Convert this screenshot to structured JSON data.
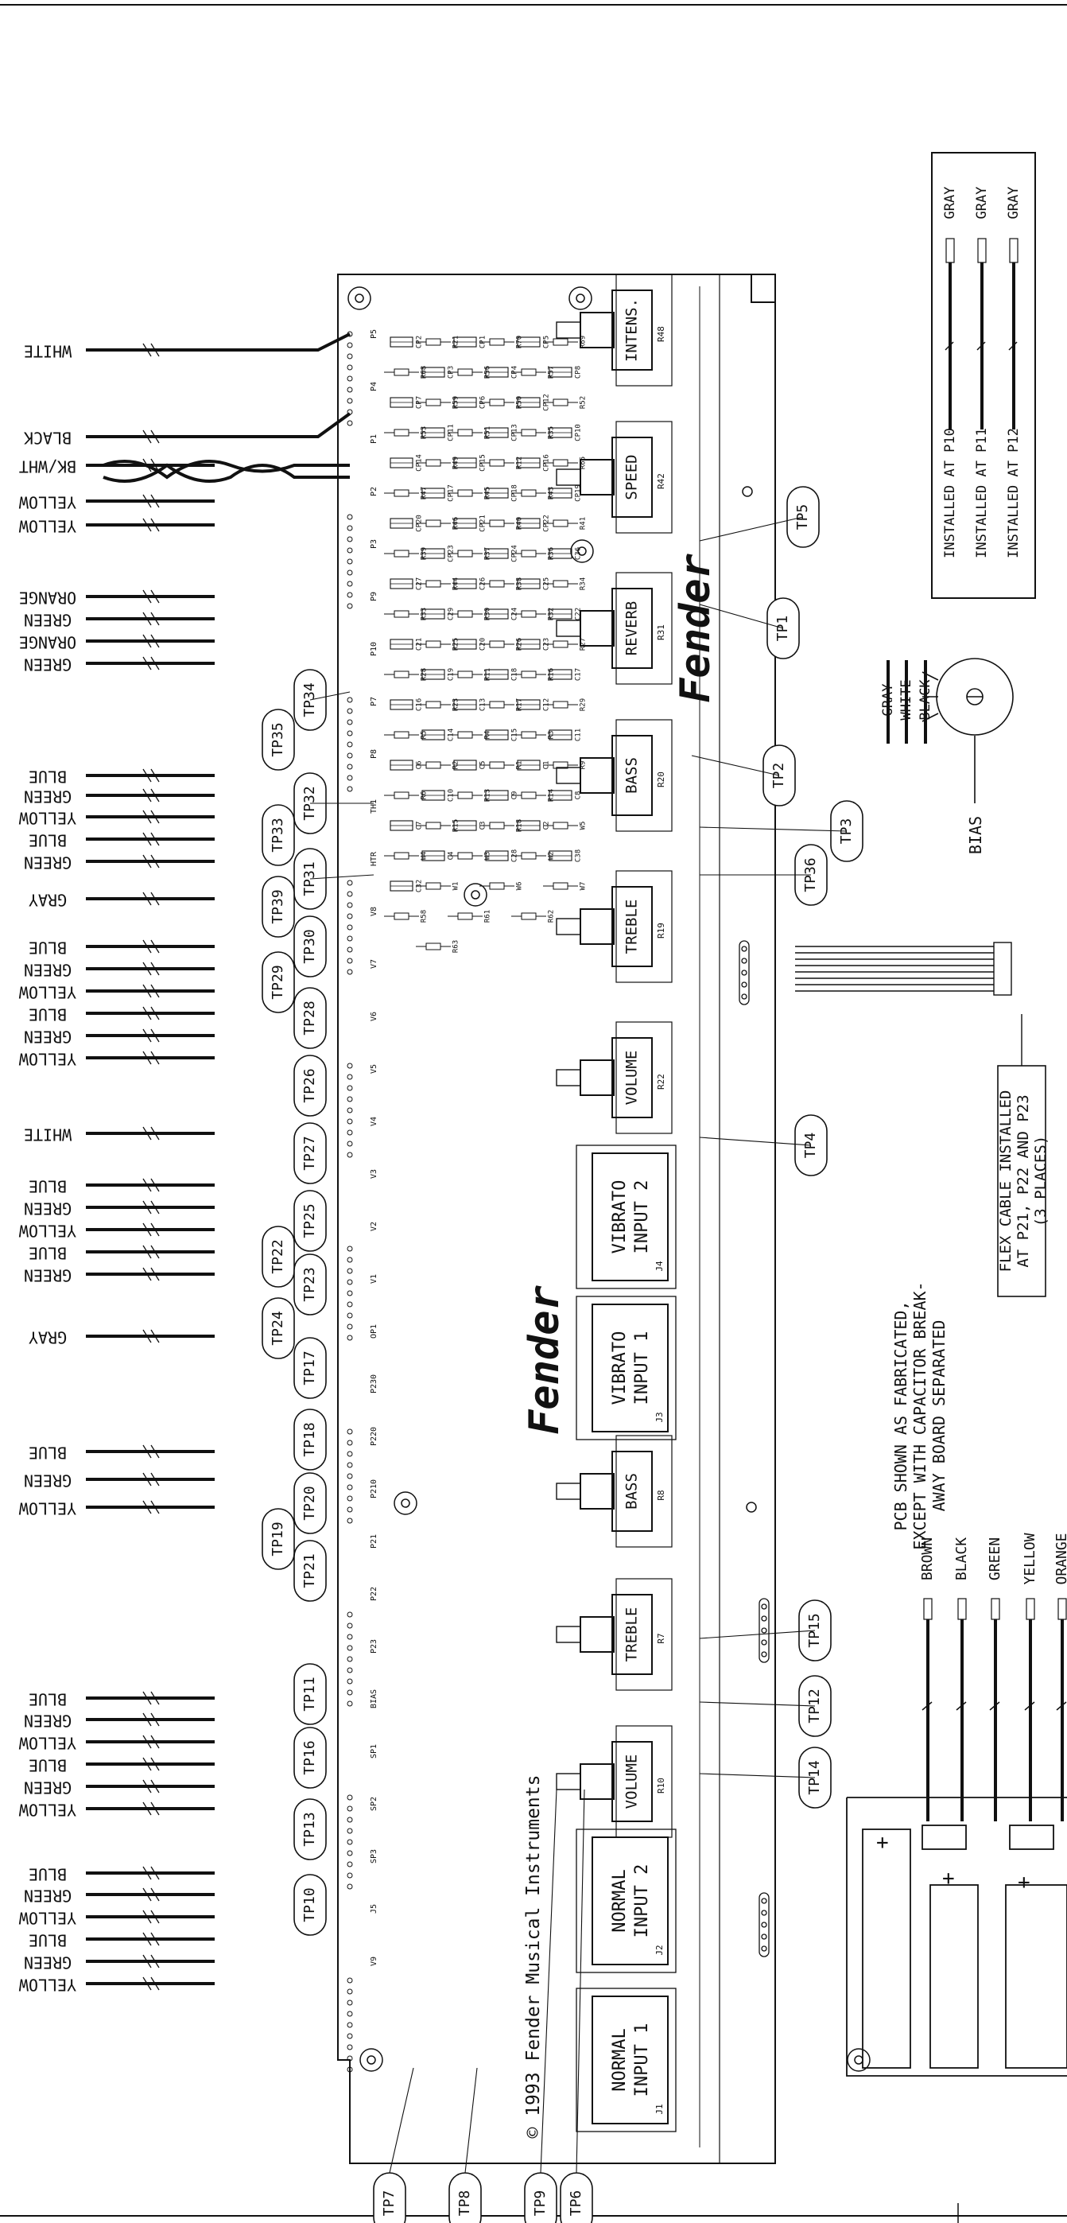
{
  "diagram": {
    "copyright": "© 1993 Fender Musical Instruments",
    "logo_text": "Fender",
    "pcb_note": "PCB SHOWN AS FABRICATED, EXCEPT WITH CAPACITOR BREAK- AWAY BOARD SEPARATED",
    "flex_note": "FLEX CABLE INSTALLED AT P21, P22 AND P23 (3 PLACES)",
    "bias_label": "BIAS"
  },
  "installed": {
    "rows": [
      {
        "label": "INSTALLED AT P10",
        "color": "GRAY"
      },
      {
        "label": "INSTALLED AT P11",
        "color": "GRAY"
      },
      {
        "label": "INSTALLED AT P12",
        "color": "GRAY"
      }
    ]
  },
  "bias_wires": [
    "GRAY",
    "WHITE",
    "BLACK"
  ],
  "controls": [
    {
      "id": "intens",
      "label": "INTENS.",
      "ref": "R48"
    },
    {
      "id": "speed",
      "label": "SPEED",
      "ref": "R42"
    },
    {
      "id": "reverb",
      "label": "REVERB",
      "ref": "R31"
    },
    {
      "id": "bass-vib",
      "label": "BASS",
      "ref": "R20"
    },
    {
      "id": "treble-vib",
      "label": "TREBLE",
      "ref": "R19"
    },
    {
      "id": "volume-vib",
      "label": "VOLUME",
      "ref": "R22"
    },
    {
      "id": "bass-norm",
      "label": "BASS",
      "ref": "R8"
    },
    {
      "id": "treble-norm",
      "label": "TREBLE",
      "ref": "R7"
    },
    {
      "id": "volume-norm",
      "label": "VOLUME",
      "ref": "R10"
    }
  ],
  "inputs": [
    {
      "id": "vib2",
      "line1": "VIBRATO",
      "line2": "INPUT 2",
      "ref": "J4"
    },
    {
      "id": "vib1",
      "line1": "VIBRATO",
      "line2": "INPUT 1",
      "ref": "J3"
    },
    {
      "id": "norm2",
      "line1": "NORMAL",
      "line2": "INPUT 2",
      "ref": "J2"
    },
    {
      "id": "norm1",
      "line1": "NORMAL",
      "line2": "INPUT 1",
      "ref": "J1"
    }
  ],
  "test_points": [
    "TP35",
    "TP34",
    "TP32",
    "TP33",
    "TP31",
    "TP39",
    "TP30",
    "TP29",
    "TP28",
    "TP26",
    "TP27",
    "TP25",
    "TP22",
    "TP23",
    "TP24",
    "TP17",
    "TP18",
    "TP20",
    "TP19",
    "TP21",
    "TP11",
    "TP16",
    "TP13",
    "TP10",
    "TP7",
    "TP8",
    "TP9",
    "TP6",
    "TP5",
    "TP1",
    "TP2",
    "TP3",
    "TP36",
    "TP4",
    "TP15",
    "TP12",
    "TP14"
  ],
  "left_wires": [
    "WHITE",
    "BLACK",
    "BK/WHT",
    "YELLOW",
    "YELLOW",
    "ORANGE",
    "GREEN",
    "ORANGE",
    "GREEN",
    "BLUE",
    "GREEN",
    "YELLOW",
    "BLUE",
    "GREEN",
    "GRAY",
    "BLUE",
    "GREEN",
    "YELLOW",
    "BLUE",
    "GREEN",
    "YELLOW",
    "WHITE",
    "BLUE",
    "GREEN",
    "YELLOW",
    "BLUE",
    "GREEN",
    "GRAY",
    "BLUE",
    "GREEN",
    "YELLOW",
    "BLUE",
    "GREEN",
    "YELLOW",
    "BLUE",
    "GREEN",
    "YELLOW",
    "BLUE",
    "GREEN",
    "YELLOW",
    "BLUE",
    "GREEN",
    "YELLOW"
  ],
  "bottom_wires": [
    "BROWN",
    "BLACK",
    "GREEN",
    "YELLOW",
    "ORANGE"
  ],
  "parts": {
    "resistors": [
      "R21",
      "R70",
      "R69",
      "R68",
      "R56",
      "R57",
      "R59",
      "R50",
      "R52",
      "R53",
      "R51",
      "R35",
      "R49",
      "R12",
      "R65",
      "R47",
      "R45",
      "R43",
      "R46",
      "R40",
      "R41",
      "R39",
      "R37",
      "R36",
      "R44",
      "R38",
      "R34",
      "R33",
      "R30",
      "R32",
      "R25",
      "R26",
      "R27",
      "R28",
      "R11",
      "R16",
      "R23",
      "R17",
      "R29",
      "R5",
      "R4",
      "R3",
      "R2",
      "R1",
      "R9",
      "R6",
      "R13",
      "R14",
      "R15",
      "R18",
      "W5",
      "W4",
      "W3",
      "W2",
      "W1",
      "W6",
      "W7",
      "R58",
      "R61",
      "R62",
      "R63"
    ],
    "capacitors": [
      "CP2",
      "CP1",
      "CP5",
      "CP3",
      "CP4",
      "CP8",
      "CP7",
      "CP6",
      "CP12",
      "CP11",
      "CP13",
      "CP10",
      "CP14",
      "CP15",
      "CP16",
      "CP17",
      "CP18",
      "CP19",
      "CP20",
      "CP21",
      "CP22",
      "CP23",
      "CP24",
      "C36",
      "C27",
      "C26",
      "C25",
      "C29",
      "C24",
      "C22",
      "C21",
      "C20",
      "C23",
      "C19",
      "C18",
      "C17",
      "C16",
      "C13",
      "C12",
      "C14",
      "C15",
      "C11",
      "C6",
      "C5",
      "C1",
      "C10",
      "C9",
      "C8",
      "C7",
      "C3",
      "C2",
      "C4",
      "C28",
      "C38",
      "C32"
    ],
    "misc": [
      "P5",
      "P4",
      "P1",
      "P2",
      "P3",
      "P9",
      "P10",
      "P7",
      "P8",
      "TH1",
      "HTR",
      "V8",
      "V7",
      "V6",
      "V5",
      "V4",
      "V3",
      "V2",
      "V1",
      "OP1",
      "P230",
      "P220",
      "P210",
      "P21",
      "P22",
      "P23",
      "BIAS",
      "SP1",
      "SP2",
      "SP3",
      "J5",
      "V9"
    ]
  }
}
